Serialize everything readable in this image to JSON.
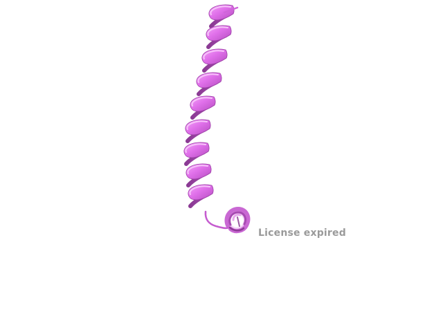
{
  "viewer": {
    "watermark_text": "License expired",
    "background_color": "#ffffff"
  },
  "molecule": {
    "representation": "cartoon",
    "secondary_structure": "alpha-helix",
    "colors": {
      "front": "#e070ea",
      "highlight": "#f4a6f8",
      "back": "#a346ad",
      "shadow": "#7d2f86",
      "watermark": "#9a9a9a"
    }
  }
}
